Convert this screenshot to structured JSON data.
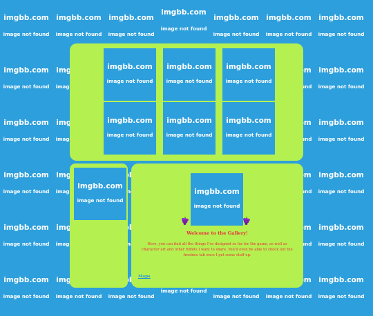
{
  "placeholder": {
    "brand": "imgbb.com",
    "message": "image not found"
  },
  "welcome": {
    "title": "Welcome to the Gallery!",
    "body": "Here, you can find all the things I've designed so far for the game, as well as character art and other tidbits I want to share. You'll even be able to check out the freebies tab once I get some stuff up."
  },
  "nav": {
    "maps_label": "Maps"
  },
  "icons": {
    "decor": "grapes-icon"
  },
  "colors": {
    "background": "#2d9fdc",
    "panel": "#b4f050",
    "placeholder_text": "#ffffff",
    "welcome_text": "#e8323c",
    "link": "#1f8ee0",
    "grape": "#8a2bbf"
  }
}
